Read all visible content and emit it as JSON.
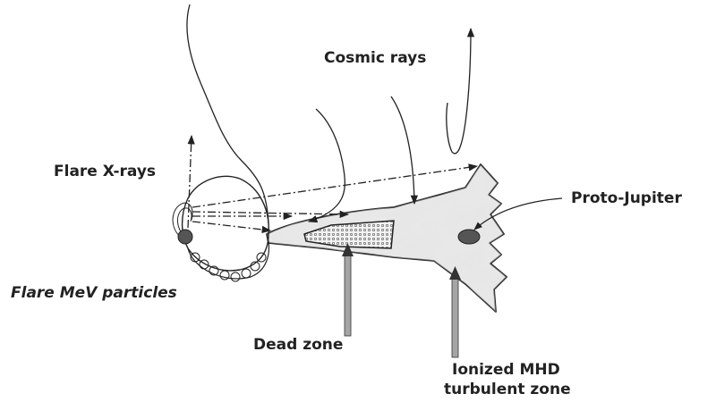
{
  "labels": {
    "cosmic_rays": "Cosmic rays",
    "flare_xrays": "Flare X-rays",
    "flare_mev": "Flare MeV particles",
    "proto_jupiter": "Proto-Jupiter",
    "dead_zone": "Dead zone",
    "ionized_line1": "Ionized MHD",
    "ionized_line2": "turbulent zone"
  },
  "colors": {
    "ink": "#222222",
    "disk_fill": "#dcdcdc",
    "arrow_gray": "#9a9a9a",
    "planet": "#555555"
  }
}
